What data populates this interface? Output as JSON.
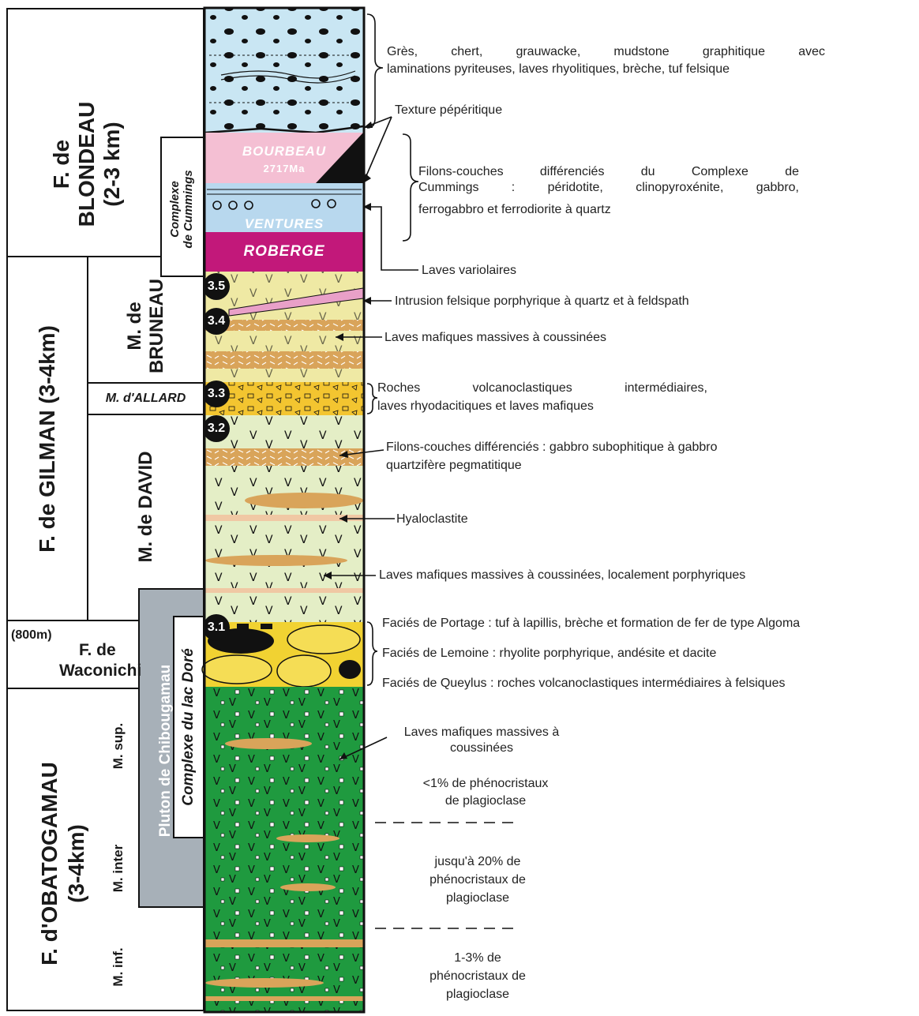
{
  "formations": {
    "blondeau": {
      "line1": "F. de",
      "line2": "BLONDEAU",
      "line3": "(2-3 km)"
    },
    "gilman": "F. de GILMAN (3-4km)",
    "waconichi": {
      "thickness": "(800m)",
      "line1": "F. de",
      "line2": "Waconichi"
    },
    "obatogamau": {
      "line1": "F. d'OBATOGAMAU",
      "line2": "(3-4km)"
    }
  },
  "members": {
    "bruneau": {
      "line1": "M. de",
      "line2": "BRUNEAU"
    },
    "allard": "M. d'ALLARD",
    "david": "M. de DAVID",
    "sup": "M. sup.",
    "inter": "M. inter",
    "inf": "M. inf."
  },
  "intrusions": {
    "cummings": {
      "line1": "Complexe",
      "line2": "de Cummings"
    },
    "chibougamau": "Pluton de Chibougamau",
    "lac_dore": "Complexe du lac Doré"
  },
  "units": {
    "bourbeau": "BOURBEAU",
    "age": "2717Ma",
    "ventures": "VENTURES",
    "roberge": "ROBERGE"
  },
  "markers": [
    "3.5",
    "3.4",
    "3.3",
    "3.2",
    "3.1"
  ],
  "annotations": {
    "gres_l1": "Grès, chert, grauwacke, mudstone graphitique avec",
    "gres_l2": "laminations pyriteuses, laves rhyolitiques, brèche, tuf felsique",
    "peperitique": "Texture pépéritique",
    "filons_l1": "Filons-couches différenciés du Complexe de",
    "filons_l2": "Cummings : péridotite, clinopyroxénite, gabbro,",
    "filons_l3": "ferrogabbro et ferrodiorite à quartz",
    "variolaires": "Laves variolaires",
    "intrusion_felsique": "Intrusion felsique porphyrique à quartz et  à feldspath",
    "laves_coussinees_1": "Laves mafiques massives à coussinées",
    "roches_l1": "Roches volcanoclastiques intermédiaires,",
    "roches_l2": "laves rhyodacitiques et laves mafiques",
    "filons2_l1": "Filons-couches différenciés : gabbro subophitique à gabbro",
    "filons2_l2": "quartzifère pegmatitique",
    "hyaloclastite": "Hyaloclastite",
    "laves_porphyriques": "Laves mafiques massives à coussinées, localement porphyriques",
    "portage": "Faciés de Portage : tuf à lapillis, brèche et formation de fer de type Algoma",
    "lemoine": "Faciés de Lemoine : rhyolite porphyrique, andésite et dacite",
    "queylus": "Faciés de Queylus : roches volcanoclastiques intermédiaires à felsiques",
    "laves_coussinees_2_l1": "Laves mafiques massives à",
    "laves_coussinees_2_l2": "coussinées",
    "pheno1_l1": "<1% de phénocristaux",
    "pheno1_l2": "de plagioclase",
    "pheno2_l1": "jusqu'à 20% de",
    "pheno2_l2": "phénocristaux de",
    "pheno2_l3": "plagioclase",
    "pheno3_l1": "1-3%  de",
    "pheno3_l2": "phénocristaux de",
    "pheno3_l3": "plagioclase"
  },
  "colors": {
    "blondeau": "#c9e6f3",
    "bourbeau": "#f4bfd3",
    "ventures": "#b8d8ee",
    "roberge": "#c2187a",
    "bruneau": "#efe9a4",
    "orange_sill": "#d9a45a",
    "allard": "#f3c530",
    "david": "#e4eec6",
    "waconichi_yellow": "#f1d232",
    "obatogamau": "#1f9a3f",
    "pluton": "#a7b0b8"
  }
}
